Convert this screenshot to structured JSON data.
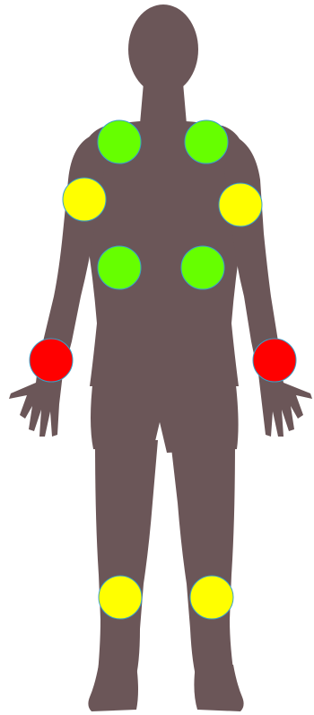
{
  "figure": {
    "silhouette_color": "#6b5658",
    "marker_stroke": "#3aa0c8"
  },
  "markers": [
    {
      "id": "right-shoulder",
      "status": "green",
      "color": "#66ff00"
    },
    {
      "id": "left-shoulder",
      "status": "green",
      "color": "#66ff00"
    },
    {
      "id": "right-elbow",
      "status": "yellow",
      "color": "#ffff00"
    },
    {
      "id": "left-elbow",
      "status": "yellow",
      "color": "#ffff00"
    },
    {
      "id": "right-hip",
      "status": "green",
      "color": "#66ff00"
    },
    {
      "id": "left-hip",
      "status": "green",
      "color": "#66ff00"
    },
    {
      "id": "right-wrist",
      "status": "red",
      "color": "#ff0000"
    },
    {
      "id": "left-wrist",
      "status": "red",
      "color": "#ff0000"
    },
    {
      "id": "right-knee",
      "status": "yellow",
      "color": "#ffff00"
    },
    {
      "id": "left-knee",
      "status": "yellow",
      "color": "#ffff00"
    }
  ]
}
